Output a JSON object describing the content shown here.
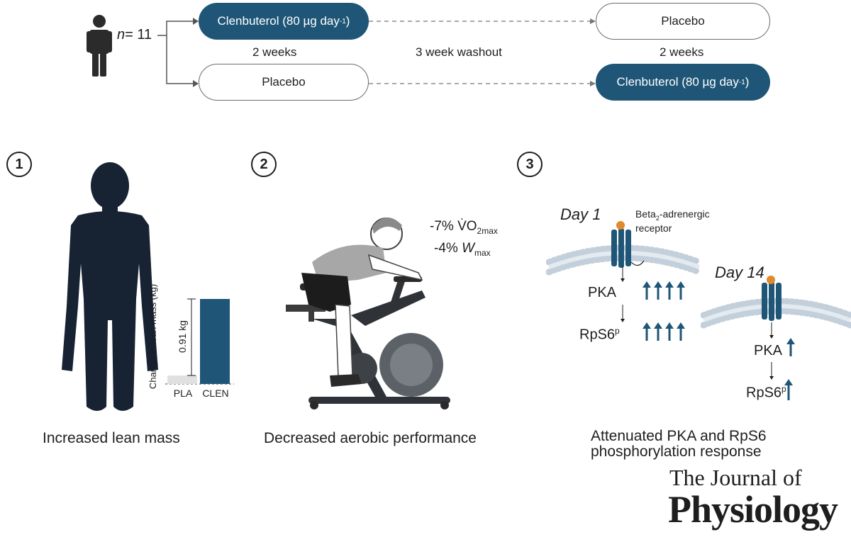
{
  "design": {
    "n_label": "n",
    "n_value": "= 11",
    "arm1_phase1": "Clenbuterol (80 µg day",
    "arm1_phase1_sup": "-1",
    "arm1_phase1_close": ")",
    "arm1_phase2": "Placebo",
    "arm2_phase1": "Placebo",
    "arm2_phase2": "Clenbuterol (80 µg day",
    "arm2_phase2_sup": "-1",
    "arm2_phase2_close": ")",
    "duration_left": "2 weeks",
    "washout": "3 week washout",
    "duration_right": "2 weeks"
  },
  "panel1": {
    "number": "1",
    "caption": "Increased lean mass",
    "chart_data": {
      "type": "bar",
      "categories": [
        "PLA",
        "CLEN"
      ],
      "values": [
        0.0,
        0.91
      ],
      "ylabel": "Change in lean mass (kg)",
      "annotation": "0.91 kg",
      "colors": [
        "#e0e0e0",
        "#1f5677"
      ]
    }
  },
  "panel2": {
    "number": "2",
    "caption": "Decreased aerobic performance",
    "vo2_value": "-7% V̇O",
    "vo2_sub": "2max",
    "wmax_value": "-4% ",
    "wmax_symbol": "W",
    "wmax_sub": "max"
  },
  "panel3": {
    "number": "3",
    "caption_line1": "Attenuated PKA and RpS6",
    "caption_line2": "phosphorylation response",
    "day1": "Day 1",
    "day14": "Day 14",
    "receptor_line1": "Beta",
    "receptor_sub": "2",
    "receptor_line1b": "-adrenergic",
    "receptor_line2": "receptor",
    "pka": "PKA",
    "rps6": "RpS6",
    "rps6_sup": "p",
    "day1_arrow_count": 4,
    "day14_arrow_count": 1
  },
  "journal": {
    "line1": "The Journal of",
    "line2": "Physiology"
  },
  "colors": {
    "accent": "#1f5677",
    "silhouette": "#172233",
    "membrane": "#b9c9d6"
  }
}
